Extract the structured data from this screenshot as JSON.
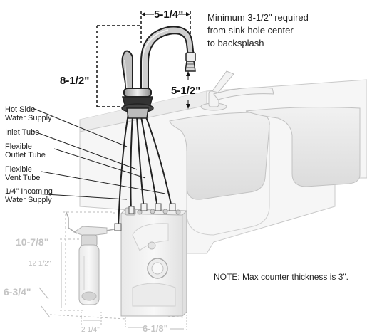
{
  "dimensions": {
    "spout_reach": "5-1/4\"",
    "faucet_height": "8-1/2\"",
    "spout_clearance": "5-1/2\"",
    "tank_height": "10-7/8\"",
    "filter_height": "12 1/2\"",
    "base_depth": "6-3/4\"",
    "filter_width": "2 1/4\"",
    "tank_width": "6-1/8\""
  },
  "notes": {
    "backsplash": [
      "Minimum  3-1/2\" required",
      "from sink hole center",
      "to backsplash"
    ],
    "counter": "NOTE: Max counter thickness is 3\"."
  },
  "callouts": {
    "hot_side": [
      "Hot Side",
      "Water Supply"
    ],
    "inlet": [
      "Inlet Tube"
    ],
    "outlet": [
      "Flexible",
      "Outlet Tube"
    ],
    "vent": [
      "Flexible",
      "Vent Tube"
    ],
    "incoming": [
      "1/4\" Incoming",
      "Water Supply"
    ]
  },
  "colors": {
    "line": "#222222",
    "grey_line": "#bbbbbb",
    "sink_shade": "#e2e2e2"
  }
}
